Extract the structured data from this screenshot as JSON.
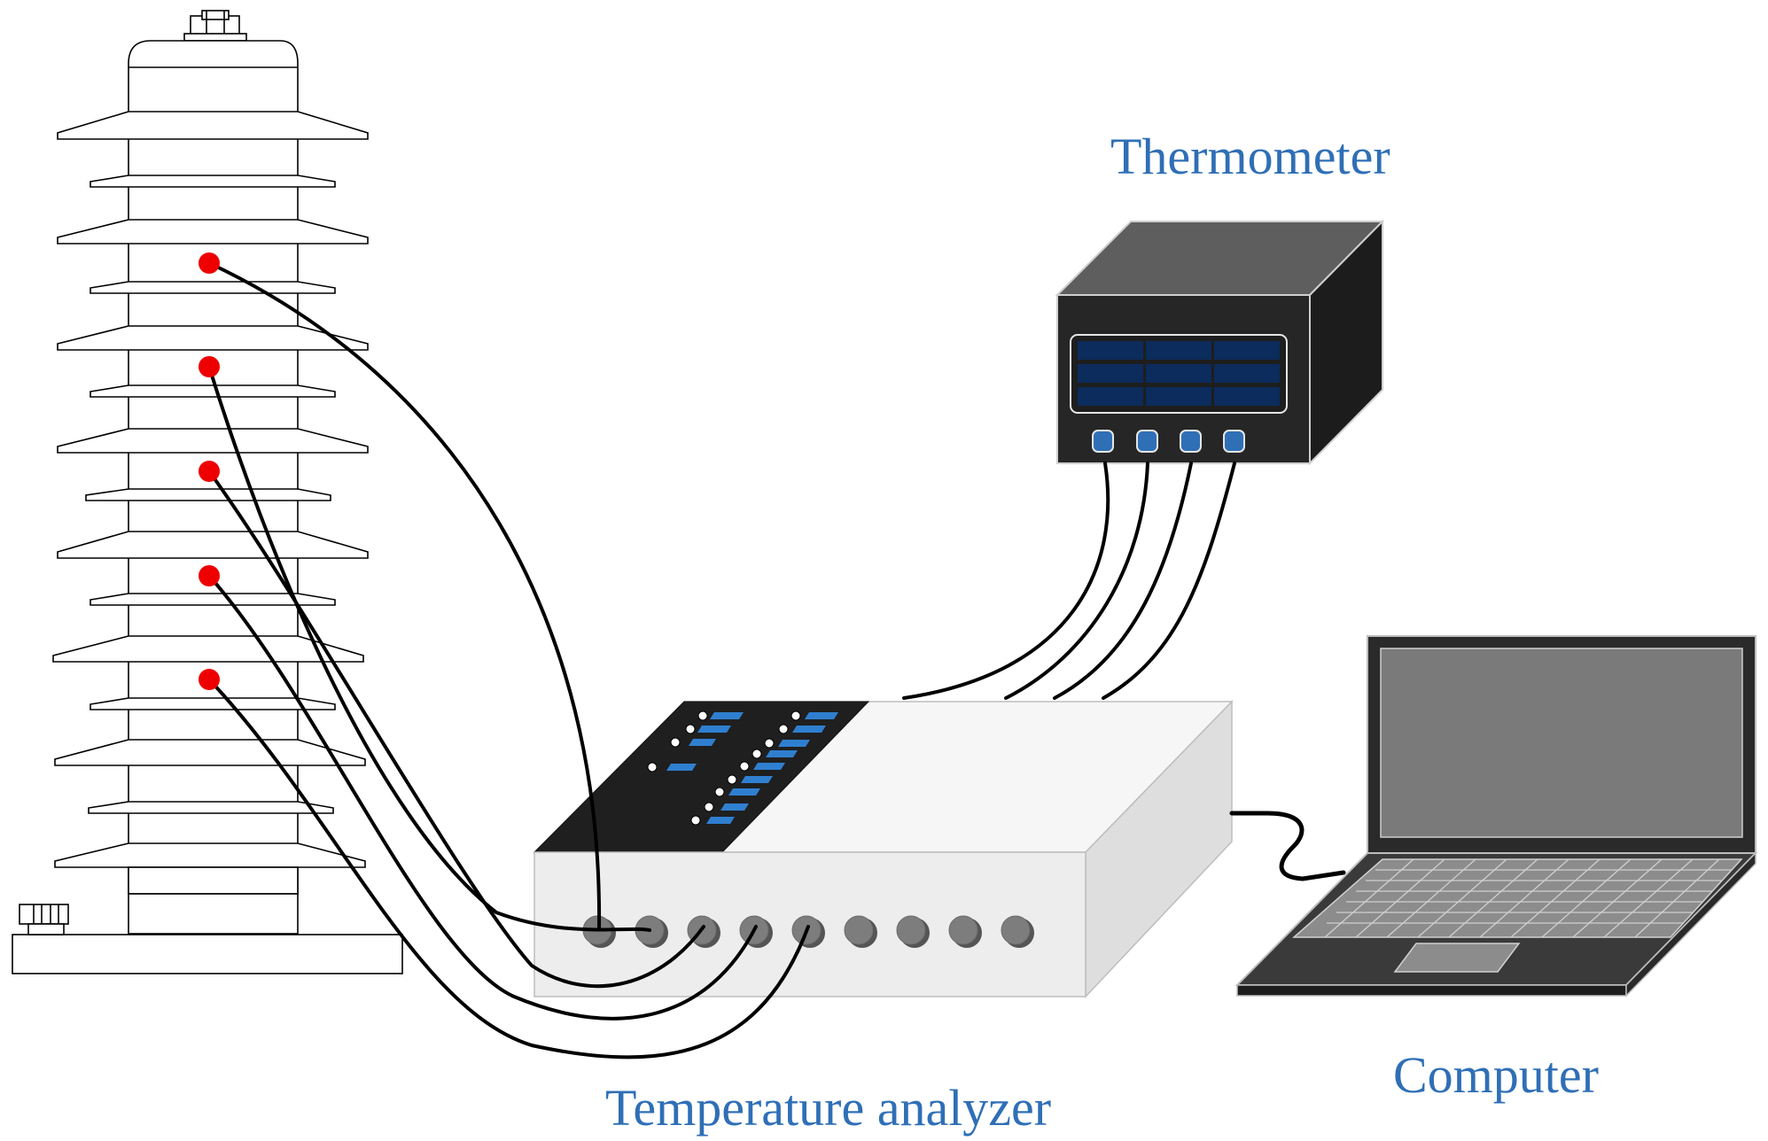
{
  "labels": {
    "thermometer": "Thermometer",
    "computer": "Computer",
    "analyzer": "Temperature analyzer"
  },
  "colors": {
    "label": "#2f6fb6",
    "sensor": "#ee0000",
    "display_cell": "#0b2c5c",
    "button": "#2f6fb6",
    "analyzer_panel": "#1f1f1f",
    "analyzer_key": "#2f7fd0"
  },
  "icons": {
    "insulator": "arrester-insulator",
    "sensor": "temperature-probe",
    "analyzer": "temperature-analyzer",
    "thermometer": "thermometer-box",
    "laptop": "laptop"
  }
}
